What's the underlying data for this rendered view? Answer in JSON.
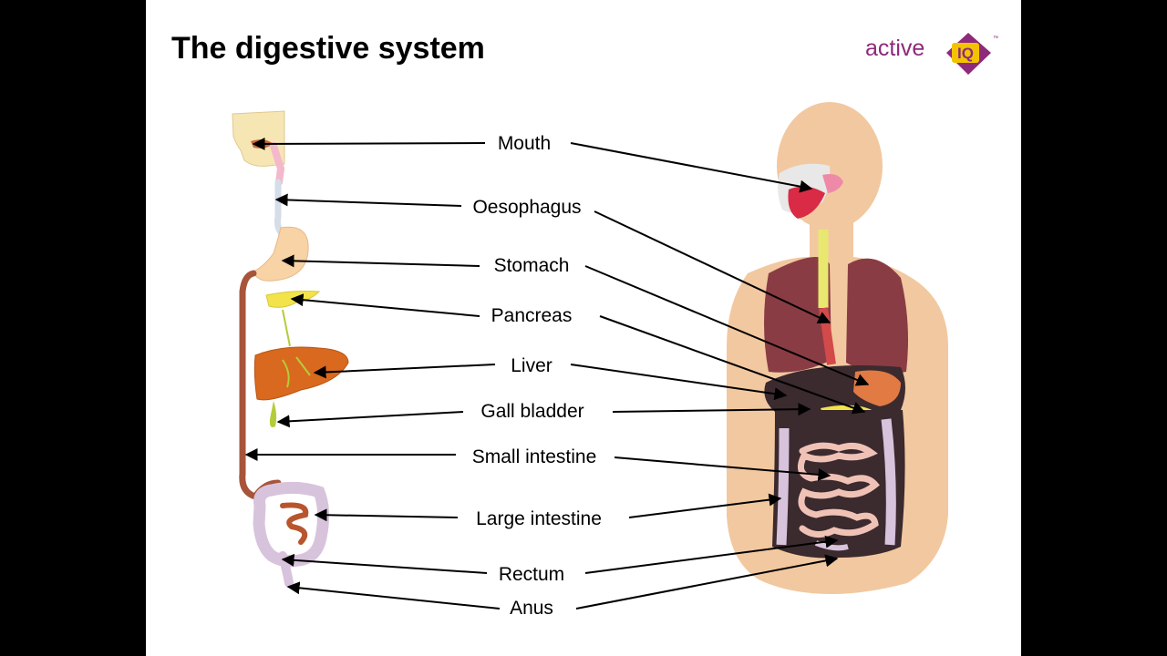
{
  "slide": {
    "title": "The digestive system"
  },
  "logo": {
    "brand": "active",
    "mark": "IQ",
    "tm": "™",
    "colors": {
      "purple": "#8e2a7a",
      "yellow": "#f2c300"
    }
  },
  "labels": [
    "Mouth",
    "Oesophagus",
    "Stomach",
    "Pancreas",
    "Liver",
    "Gall bladder",
    "Small intestine",
    "Large intestine",
    "Rectum",
    "Anus"
  ],
  "colors": {
    "skin": "#f2c8a0",
    "tract": "#a8543a",
    "liver": "#d9691e",
    "lungs": "#8a3c44",
    "pancreas": "#f3e34a",
    "colon": "#d8c3dc"
  }
}
